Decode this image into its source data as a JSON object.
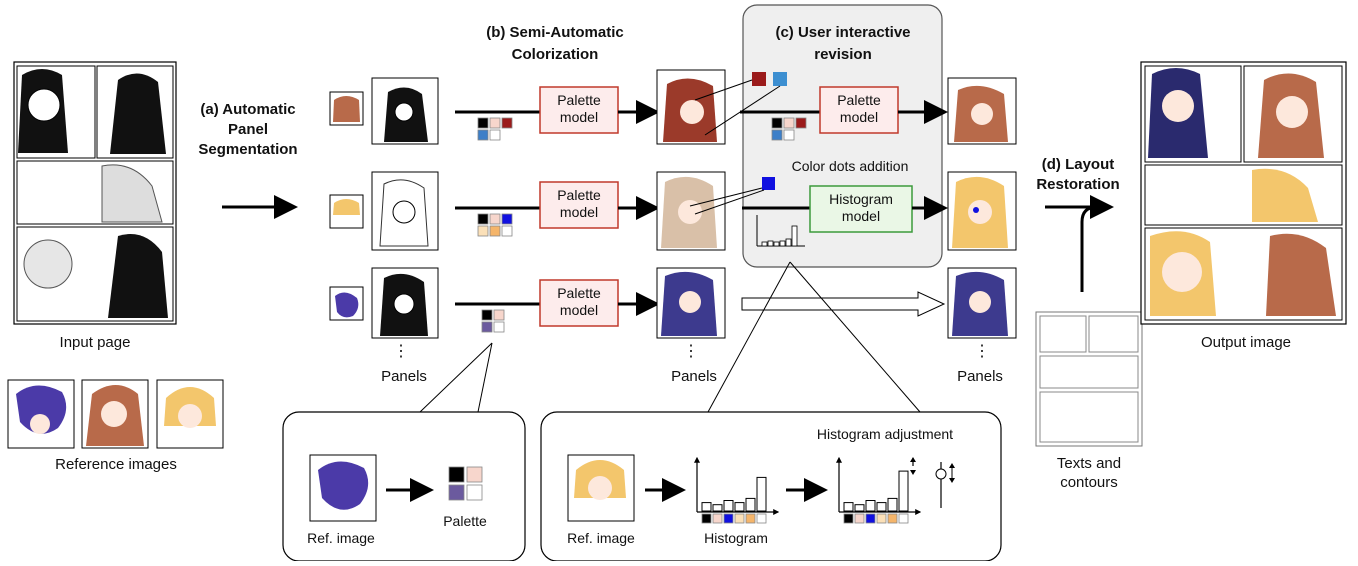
{
  "stages": {
    "a": {
      "line1": "(a) Automatic",
      "line2": "Panel",
      "line3": "Segmentation"
    },
    "b": {
      "line1": "(b) Semi-Automatic",
      "line2": "Colorization"
    },
    "c": {
      "line1": "(c) User interactive",
      "line2": "revision"
    },
    "d": {
      "line1": "(d) Layout",
      "line2": "Restoration"
    }
  },
  "labels": {
    "input_page": "Input page",
    "reference_images": "Reference images",
    "panels": "Panels",
    "output_image": "Output image",
    "texts_contours_1": "Texts and",
    "texts_contours_2": "contours",
    "color_dots_addition": "Color dots addition",
    "histogram_adjustment": "Histogram adjustment",
    "ref_image": "Ref. image",
    "palette": "Palette",
    "histogram": "Histogram",
    "ellipsis": "⋮"
  },
  "models": {
    "palette_line1": "Palette",
    "palette_line2": "model",
    "histogram_line1": "Histogram",
    "histogram_line2": "model"
  },
  "colors": {
    "palette_model_border": "#c0392b",
    "palette_model_fill": "#fdecec",
    "histogram_model_border": "#3c9a3c",
    "histogram_model_fill": "#eaf7e6",
    "revision_panel_fill": "#efefef",
    "dot_red": "#9b1b1b",
    "dot_blue": "#3d8fd1",
    "dot_pure_blue": "#1010e0",
    "swatch_black": "#000000",
    "swatch_pink": "#f7d6cc",
    "swatch_darkred": "#9b1b1b",
    "swatch_blue": "#3d7fc8",
    "swatch_white": "#ffffff",
    "swatch_peach": "#fbe0b8",
    "swatch_orange": "#f5b56a",
    "swatch_purple": "#6b5a9e",
    "hair_purple": "#4b3aa8",
    "hair_brown": "#b86a4a",
    "hair_blonde": "#f3c66c"
  },
  "palettes": {
    "row1": [
      "#000000",
      "#f7d6cc",
      "#9b1b1b",
      "#3d7fc8",
      "#ffffff"
    ],
    "row2": [
      "#000000",
      "#f7d6cc",
      "#1010e0",
      "#fbe0b8",
      "#f5b56a",
      "#ffffff"
    ],
    "row3": [
      "#000000",
      "#f7d6cc",
      "#6b5a9e",
      "#ffffff"
    ],
    "detail_palette": [
      "#000000",
      "#f7d6cc",
      "#6b5a9e",
      "#ffffff"
    ],
    "histogram_swatches": [
      "#000000",
      "#f7d6cc",
      "#1010e0",
      "#fbe0b8",
      "#f5b56a",
      "#ffffff"
    ]
  },
  "histogram_values": [
    0.2,
    0.15,
    0.25,
    0.2,
    0.3,
    0.8
  ],
  "histogram_adjusted_values": [
    0.2,
    0.15,
    0.25,
    0.2,
    0.3,
    0.95
  ]
}
